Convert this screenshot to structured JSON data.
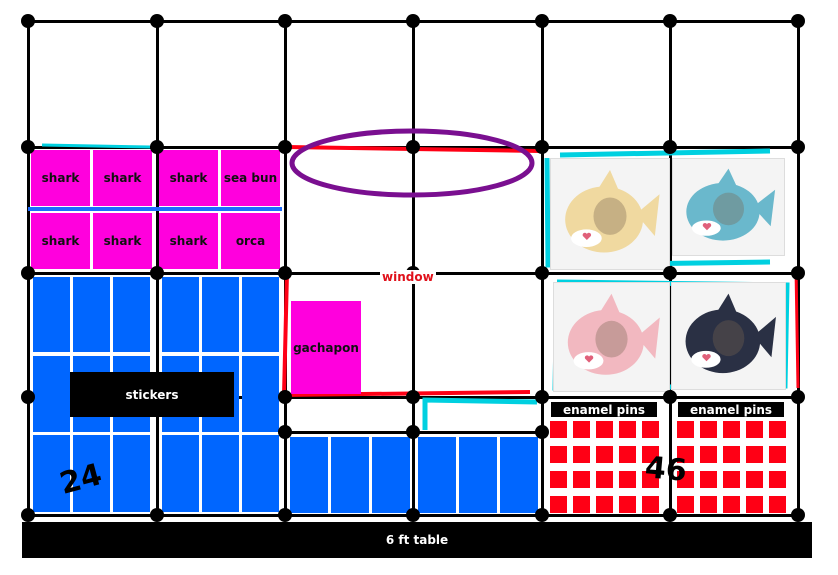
{
  "labels": {
    "shark_tiles": [
      "shark",
      "shark",
      "shark",
      "sea bun",
      "shark",
      "shark",
      "shark",
      "orca"
    ],
    "window": "window",
    "gachapon": "gachapon",
    "stickers": "stickers",
    "enamel_pins_left": "enamel pins",
    "enamel_pins_right": "enamel pins",
    "table": "6 ft table",
    "count_left": "24",
    "count_right": "46"
  },
  "colors": {
    "pink": "#ff00dd",
    "blue": "#0066ff",
    "red": "#ff0015",
    "cyan": "#00d0e0",
    "purple": "#7a0f90"
  },
  "photos": [
    {
      "name": "yellow-shark-bank",
      "color": "#f0d9a0"
    },
    {
      "name": "teal-shark-bank",
      "color": "#6ab8cc"
    },
    {
      "name": "pink-shark-bank",
      "color": "#f2b8c0"
    },
    {
      "name": "navy-shark-bank",
      "color": "#2a3044"
    }
  ]
}
